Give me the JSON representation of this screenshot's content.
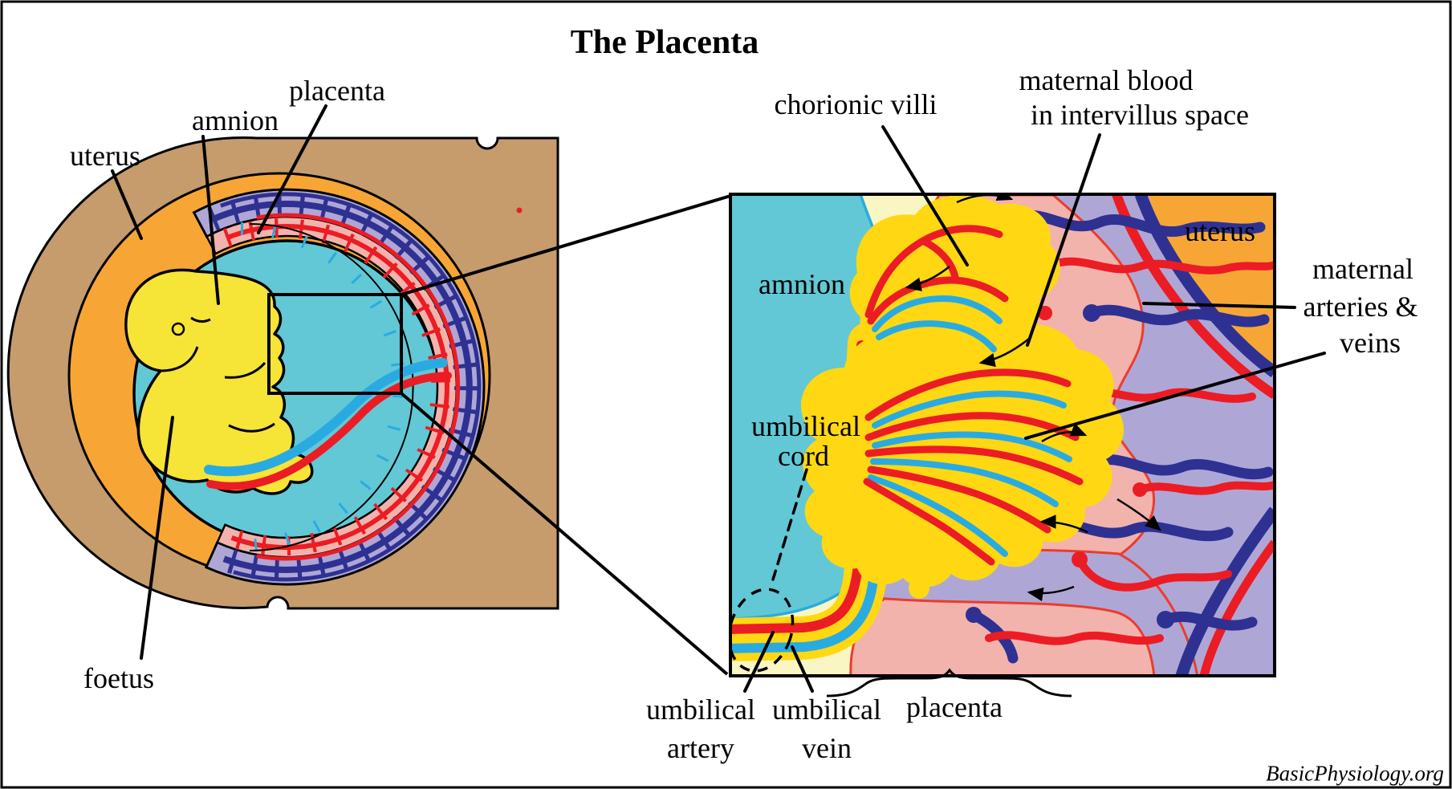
{
  "title": "The Placenta",
  "credit": "BasicPhysiology.org",
  "left_panel": {
    "labels": {
      "uterus": "uterus",
      "amnion": "amnion",
      "placenta": "placenta",
      "foetus": "foetus"
    }
  },
  "right_panel": {
    "labels": {
      "chorionic_villi": "chorionic villi",
      "maternal_blood_line1": "maternal blood",
      "maternal_blood_line2": "in intervillus space",
      "amnion": "amnion",
      "umbilical_cord_line1": "umbilical",
      "umbilical_cord_line2": "cord",
      "uterus": "uterus",
      "maternal_vessels_line1": "maternal",
      "maternal_vessels_line2": "arteries &",
      "maternal_vessels_line3": "veins",
      "umbilical_artery_line1": "umbilical",
      "umbilical_artery_line2": "artery",
      "umbilical_vein_line1": "umbilical",
      "umbilical_vein_line2": "vein",
      "placenta": "placenta"
    }
  },
  "colors": {
    "uterus_wall_tan": "#C69C6D",
    "uterine_lining_orange": "#F7A636",
    "amniotic_fluid_teal": "#62C8D5",
    "foetus_yellow": "#F6E437",
    "villi_yellow": "#FFD813",
    "amnion_pale_yellow": "#FAF6C4",
    "intervillus_salmon": "#F2B3AC",
    "decidua_lavender": "#AEA7D6",
    "artery_red": "#EC1C24",
    "vein_dark_blue": "#2E3192",
    "umbilical_vein_cyan": "#29ABE2"
  }
}
